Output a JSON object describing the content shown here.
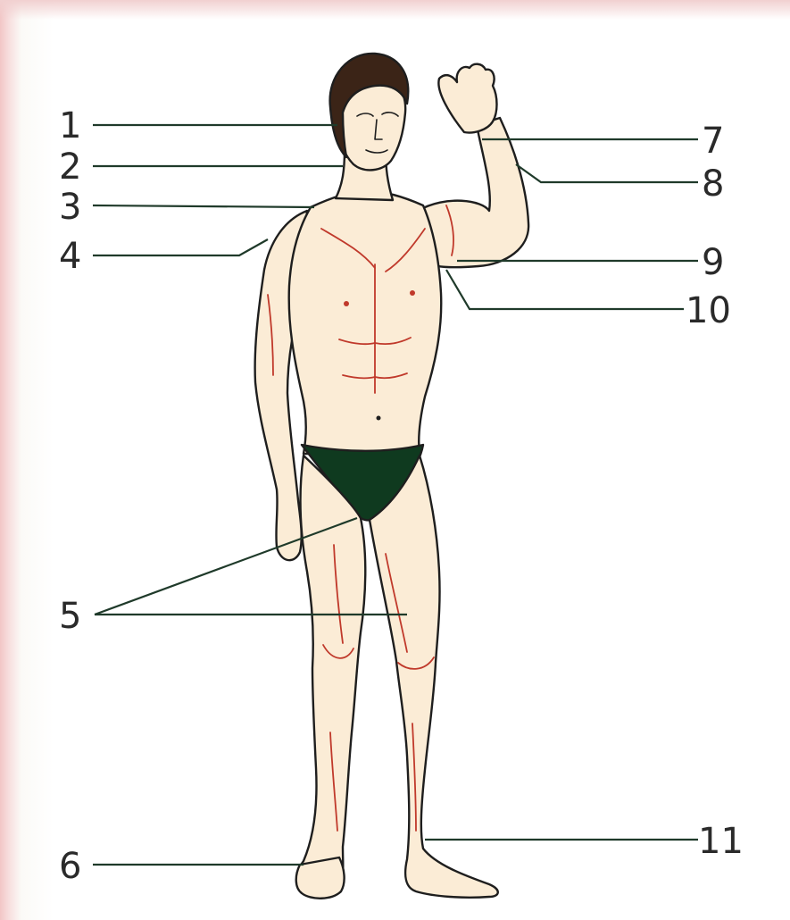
{
  "diagram": {
    "labels": {
      "l1": "1",
      "l2": "2",
      "l3": "3",
      "l4": "4",
      "l5": "5",
      "l6": "6",
      "l7": "7",
      "l8": "8",
      "l9": "9",
      "l10": "10",
      "l11": "11"
    },
    "colors": {
      "skin": "#fbecd6",
      "outline": "#1e1e1e",
      "muscle_lines": "#c0392b",
      "briefs": "#0f3a1f",
      "hair": "#3b2417",
      "leader_lines": "#1f3a2a"
    }
  }
}
